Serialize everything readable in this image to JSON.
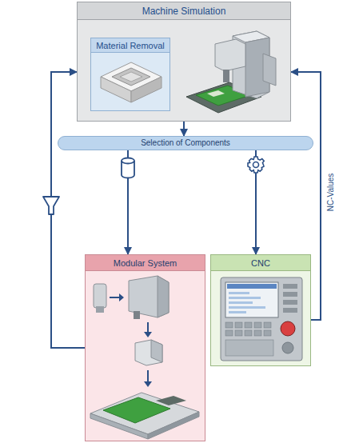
{
  "diagram": {
    "nodes": [
      {
        "text": [
          "Machine Simulation"
        ]
      },
      {
        "text": [
          "Material Removal"
        ],
        "in": 0
      },
      {
        "text": [
          "Selection of Components"
        ]
      },
      {
        "text": [
          "Modular System"
        ]
      },
      {
        "text": [
          "CNC"
        ]
      }
    ],
    "edges": [
      {
        "from": 0,
        "to": 2,
        "arrow": "to"
      },
      {
        "from": 2,
        "to": 3,
        "arrow": "to"
      },
      {
        "from": 2,
        "to": 4,
        "arrow": "to"
      },
      {
        "from": 3,
        "to": 0,
        "arrow": "to"
      },
      {
        "from": 4,
        "to": 0,
        "arrow": "to",
        "label": "NC-Values"
      }
    ]
  }
}
